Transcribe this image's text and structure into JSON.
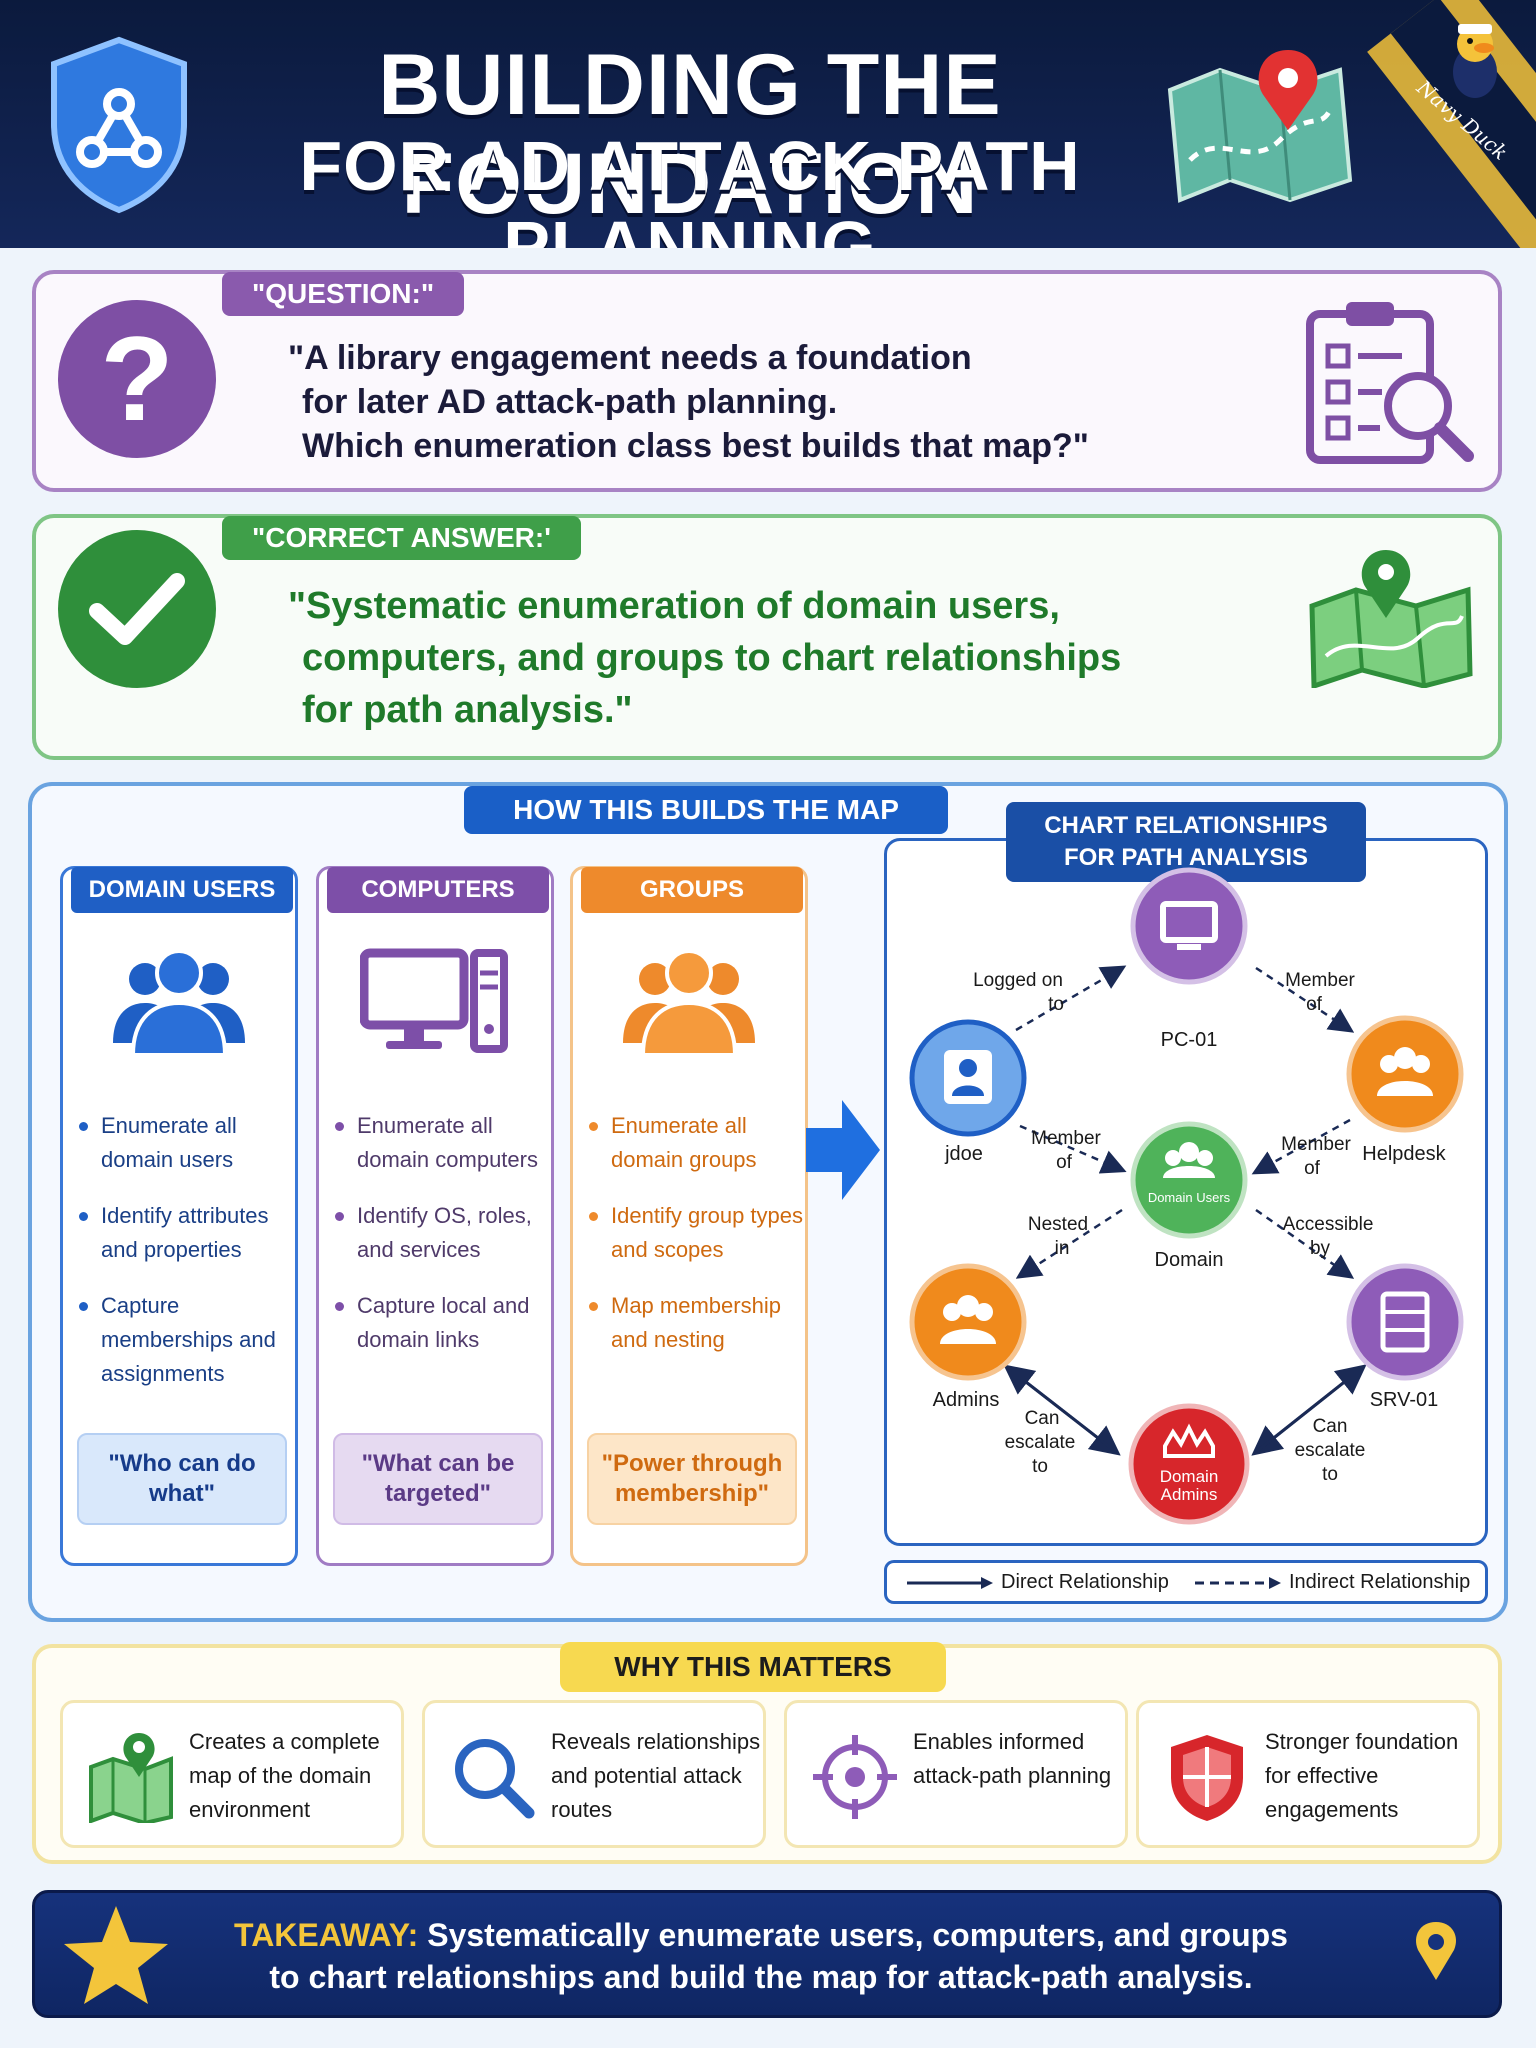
{
  "header": {
    "title_line1": "BUILDING THE FOUNDATION",
    "title_line2": "FOR AD ATTACK-PATH PLANNING",
    "brand": "Navy Duck"
  },
  "question": {
    "tag": "\"QUESTION:\"",
    "text_line1": "\"A library engagement needs a foundation",
    "text_line2": "for later AD attack-path planning.",
    "text_line3": "Which enumeration class best builds that map?\""
  },
  "answer": {
    "tag": "\"CORRECT ANSWER:'",
    "text_line1": "\"Systematic enumeration of domain users,",
    "text_line2": "computers, and groups to chart relationships",
    "text_line3": "for path analysis.\""
  },
  "how": {
    "tag": "HOW THIS BUILDS THE MAP",
    "columns": [
      {
        "head": "DOMAIN USERS",
        "items": [
          "Enumerate all domain users",
          "Identify attributes and properties",
          "Capture memberships and assignments"
        ],
        "quote": "\"Who can do what\""
      },
      {
        "head": "COMPUTERS",
        "items": [
          "Enumerate all domain computers",
          "Identify OS, roles, and services",
          "Capture local and domain links"
        ],
        "quote": "\"What can be targeted\""
      },
      {
        "head": "GROUPS",
        "items": [
          "Enumerate all domain groups",
          "Identify group types and scopes",
          "Map membership and nesting"
        ],
        "quote": "\"Power through membership\""
      }
    ]
  },
  "relationships": {
    "tag_line1": "CHART RELATIONSHIPS",
    "tag_line2": "FOR PATH ANALYSIS",
    "nodes": {
      "pc01": "PC-01",
      "jdoe": "jdoe",
      "helpdesk": "Helpdesk",
      "domain": "Domain",
      "domain_inner": "Domain Users",
      "admins": "Admins",
      "srv01": "SRV-01",
      "domain_admins_line1": "Domain",
      "domain_admins_line2": "Admins"
    },
    "edges": {
      "logged_on_1": "Logged on",
      "logged_on_2": "to",
      "member_of_a1": "Member",
      "member_of_a2": "of",
      "member_of_b1": "Member",
      "member_of_b2": "of",
      "member_of_c1": "Member",
      "member_of_c2": "of",
      "nested_1": "Nested",
      "nested_2": "in",
      "accessible_1": "Accessible",
      "accessible_2": "by",
      "escalate_l1": "Can",
      "escalate_l2": "escalate",
      "escalate_l3": "to",
      "escalate_r1": "Can",
      "escalate_r2": "escalate",
      "escalate_r3": "to"
    },
    "legend": {
      "direct": "Direct Relationship",
      "indirect": "Indirect Relationship"
    }
  },
  "why": {
    "tag": "WHY THIS MATTERS",
    "items": [
      {
        "text": "Creates a complete map of the domain environment",
        "icon": "map-icon"
      },
      {
        "text": "Reveals relationships and potential attack routes",
        "icon": "magnifier-icon"
      },
      {
        "text": "Enables informed attack-path planning",
        "icon": "target-icon"
      },
      {
        "text": "Stronger foundation for effective engagements",
        "icon": "shield-icon"
      }
    ]
  },
  "takeaway": {
    "label": "TAKEAWAY:",
    "line1": "Systematically enumerate users, computers, and groups",
    "line2": "to chart relationships and build the map for attack-path analysis."
  },
  "colors": {
    "navy": "#0b1a3d",
    "blue": "#1f5fc5",
    "purple": "#7d4fa8",
    "orange": "#ee8a2c",
    "green": "#2f8f3b",
    "red": "#d7262b",
    "gold": "#f3c53b"
  }
}
